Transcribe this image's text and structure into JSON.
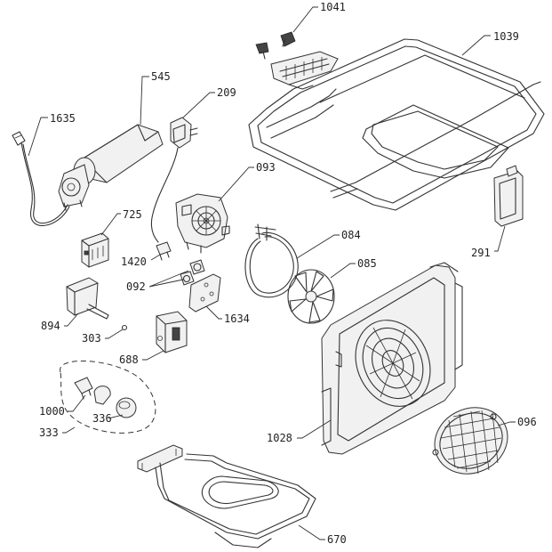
{
  "labels": {
    "p1041": "1041",
    "p1039": "1039",
    "p545": "545",
    "p209": "209",
    "p1635": "1635",
    "p093": "093",
    "p725": "725",
    "p084": "084",
    "p291": "291",
    "p1420": "1420",
    "p085": "085",
    "p092": "092",
    "p1634": "1634",
    "p894": "894",
    "p303": "303",
    "p688": "688",
    "p1000": "1000",
    "p336": "336",
    "p333": "333",
    "p1028": "1028",
    "p096": "096",
    "p670": "670"
  }
}
